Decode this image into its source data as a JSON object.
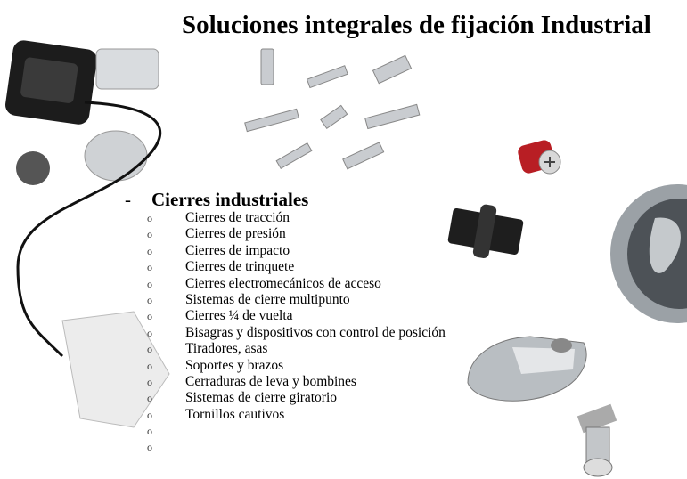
{
  "title": "Soluciones integrales de fijación Industrial",
  "section": {
    "dash": "-",
    "heading": "Cierres industriales",
    "bullet": "o",
    "items": [
      "Cierres de tracción",
      "Cierres de presión",
      "Cierres de impacto",
      "Cierres de trinquete",
      "Cierres electromecánicos de acceso",
      "Sistemas de cierre multipunto",
      "Cierres ¼ de vuelta",
      "Bisagras y dispositivos con control de posición",
      "Tiradores, asas",
      "Soportes y brazos",
      "Cerraduras de leva y bombines",
      "Sistemas de cierre giratorio",
      "Tornillos cautivos",
      "",
      ""
    ]
  },
  "colors": {
    "red_knob": "#b81e24",
    "chrome": "#c8ccd0",
    "dark": "#1a1a1a"
  }
}
